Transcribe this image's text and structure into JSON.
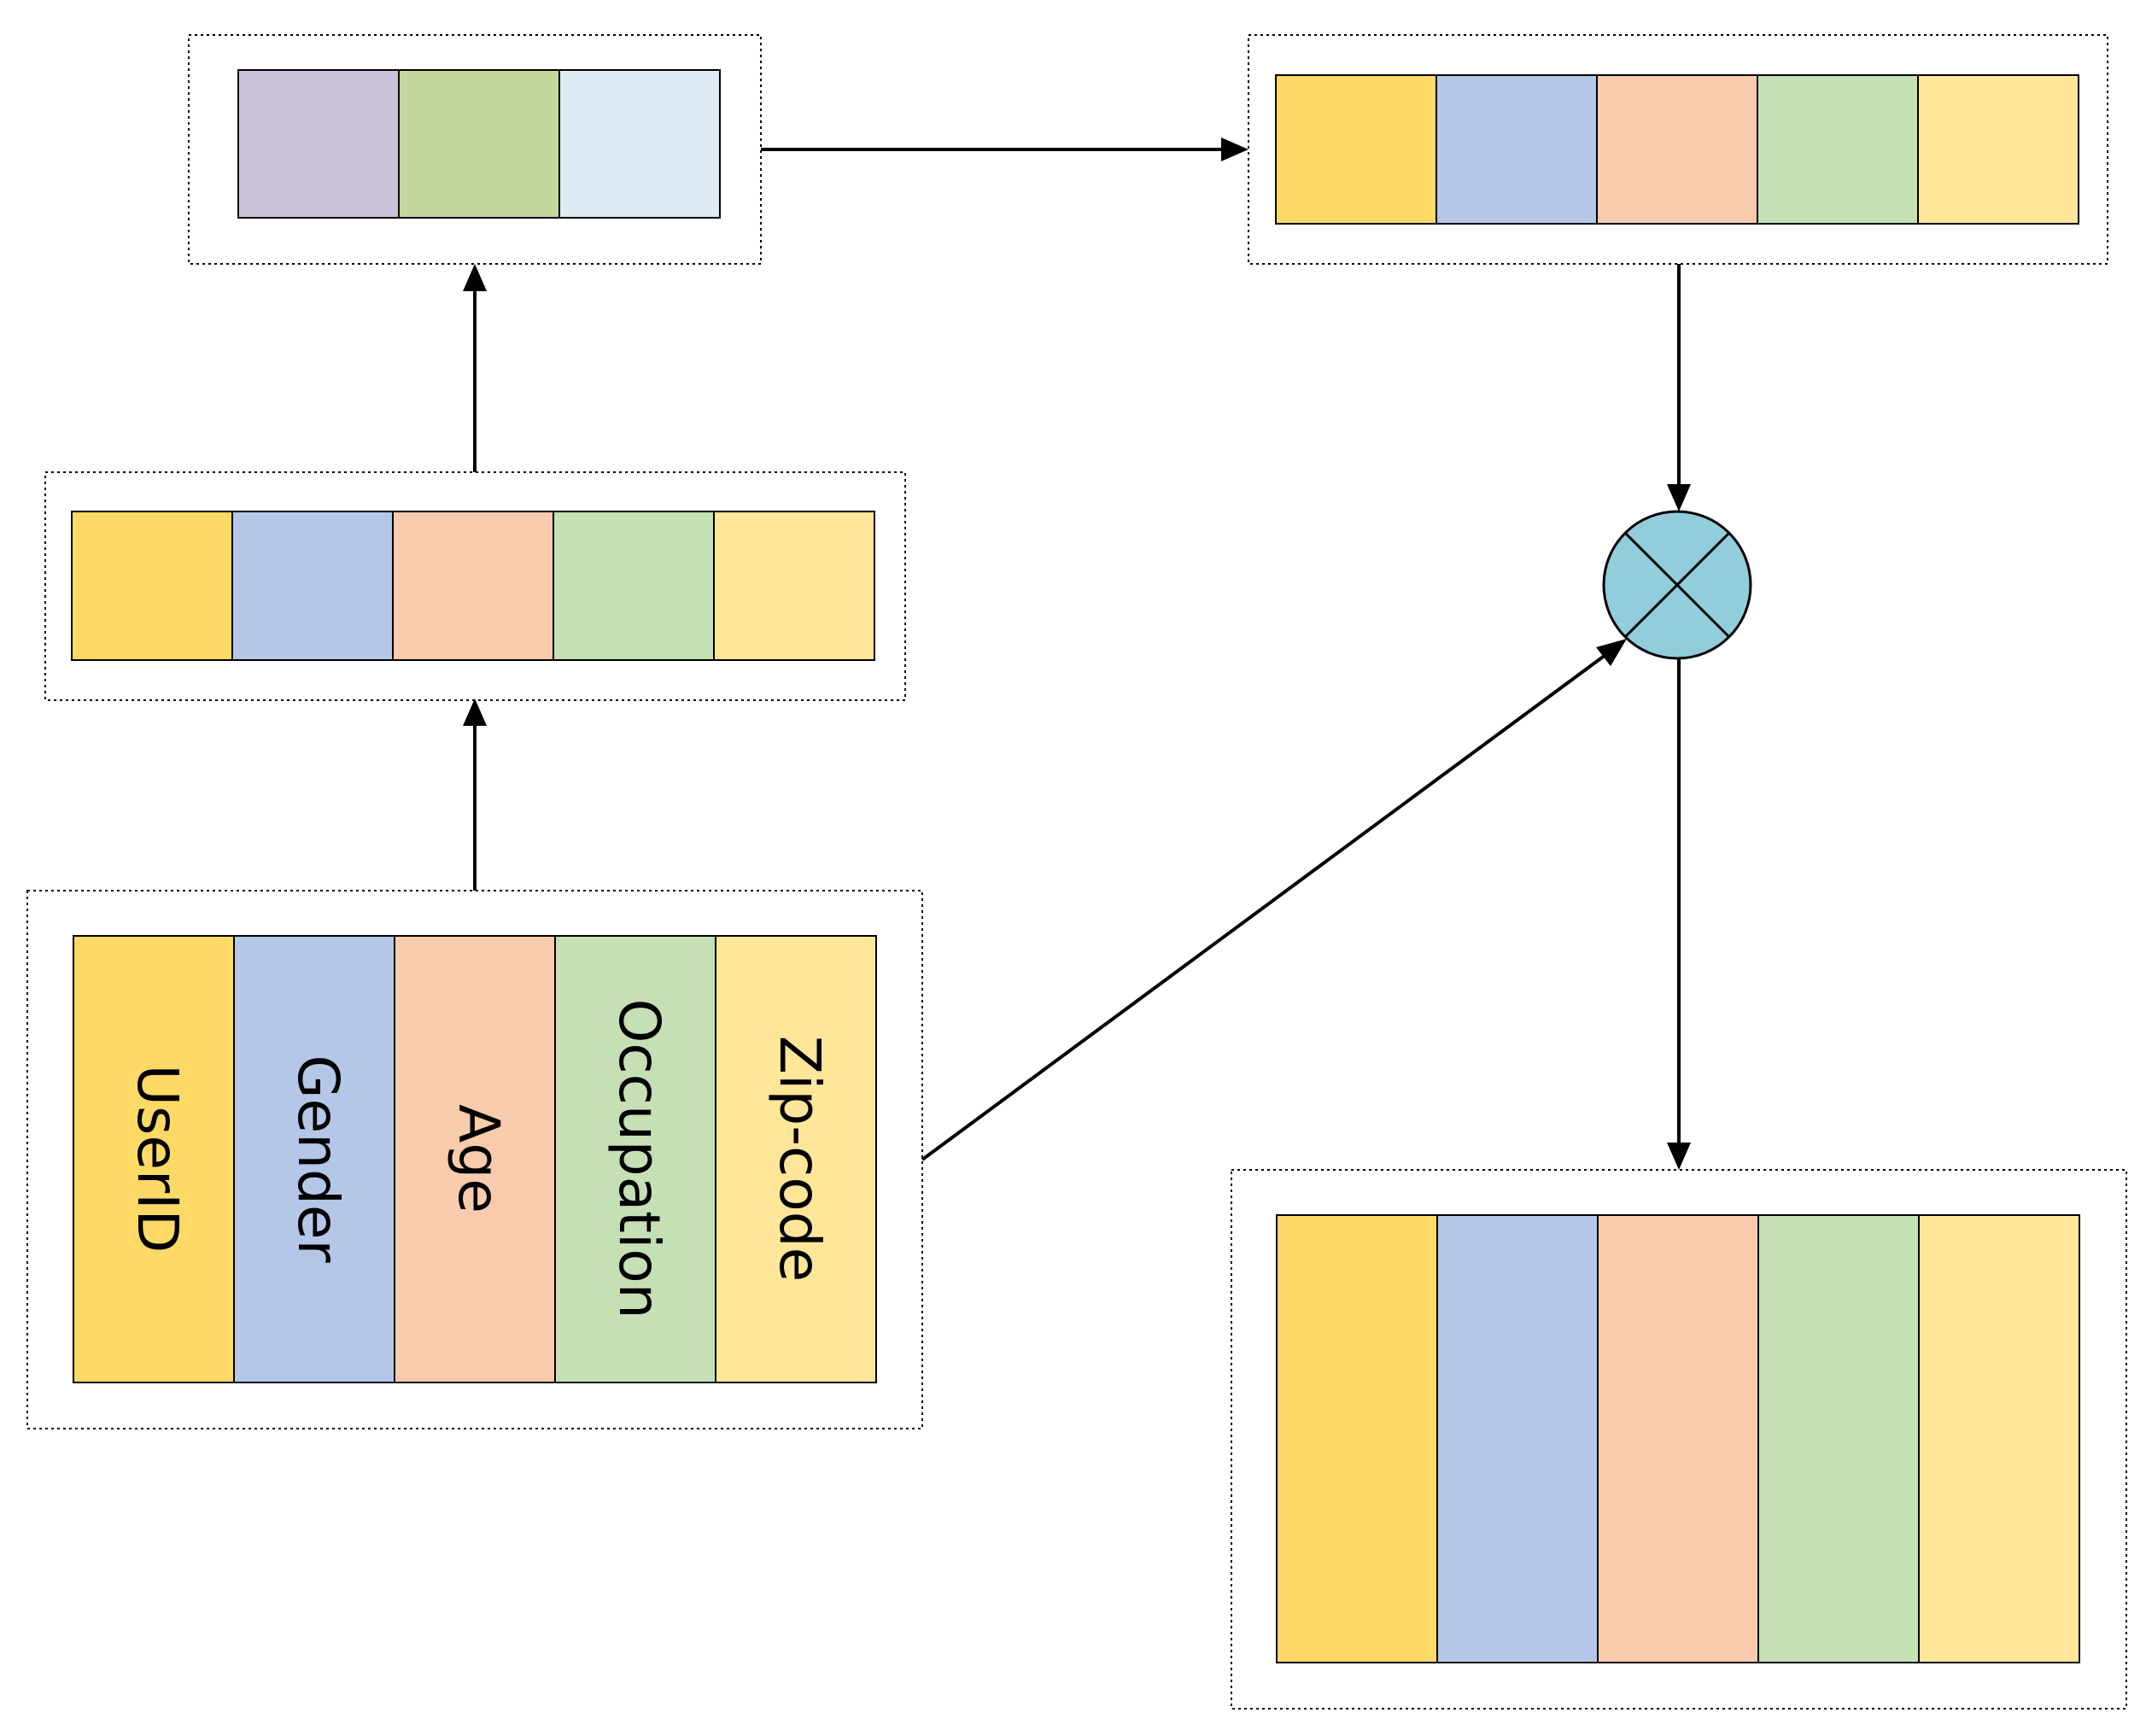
{
  "colors": {
    "feature": [
      "#FFD966",
      "#B4C7E7",
      "#F8CBAD",
      "#C5E0B4",
      "#FFE699"
    ],
    "reduced": [
      "#CBC3D9",
      "#C3D69B",
      "#DEEAF5"
    ],
    "operator": "#92CDDC",
    "line": "#000000"
  },
  "input_fields": [
    {
      "label": "UserID"
    },
    {
      "label": "Gender"
    },
    {
      "label": "Age"
    },
    {
      "label": "Occupation"
    },
    {
      "label": "Zip-code"
    }
  ],
  "operator_symbol": "multiply-circle"
}
